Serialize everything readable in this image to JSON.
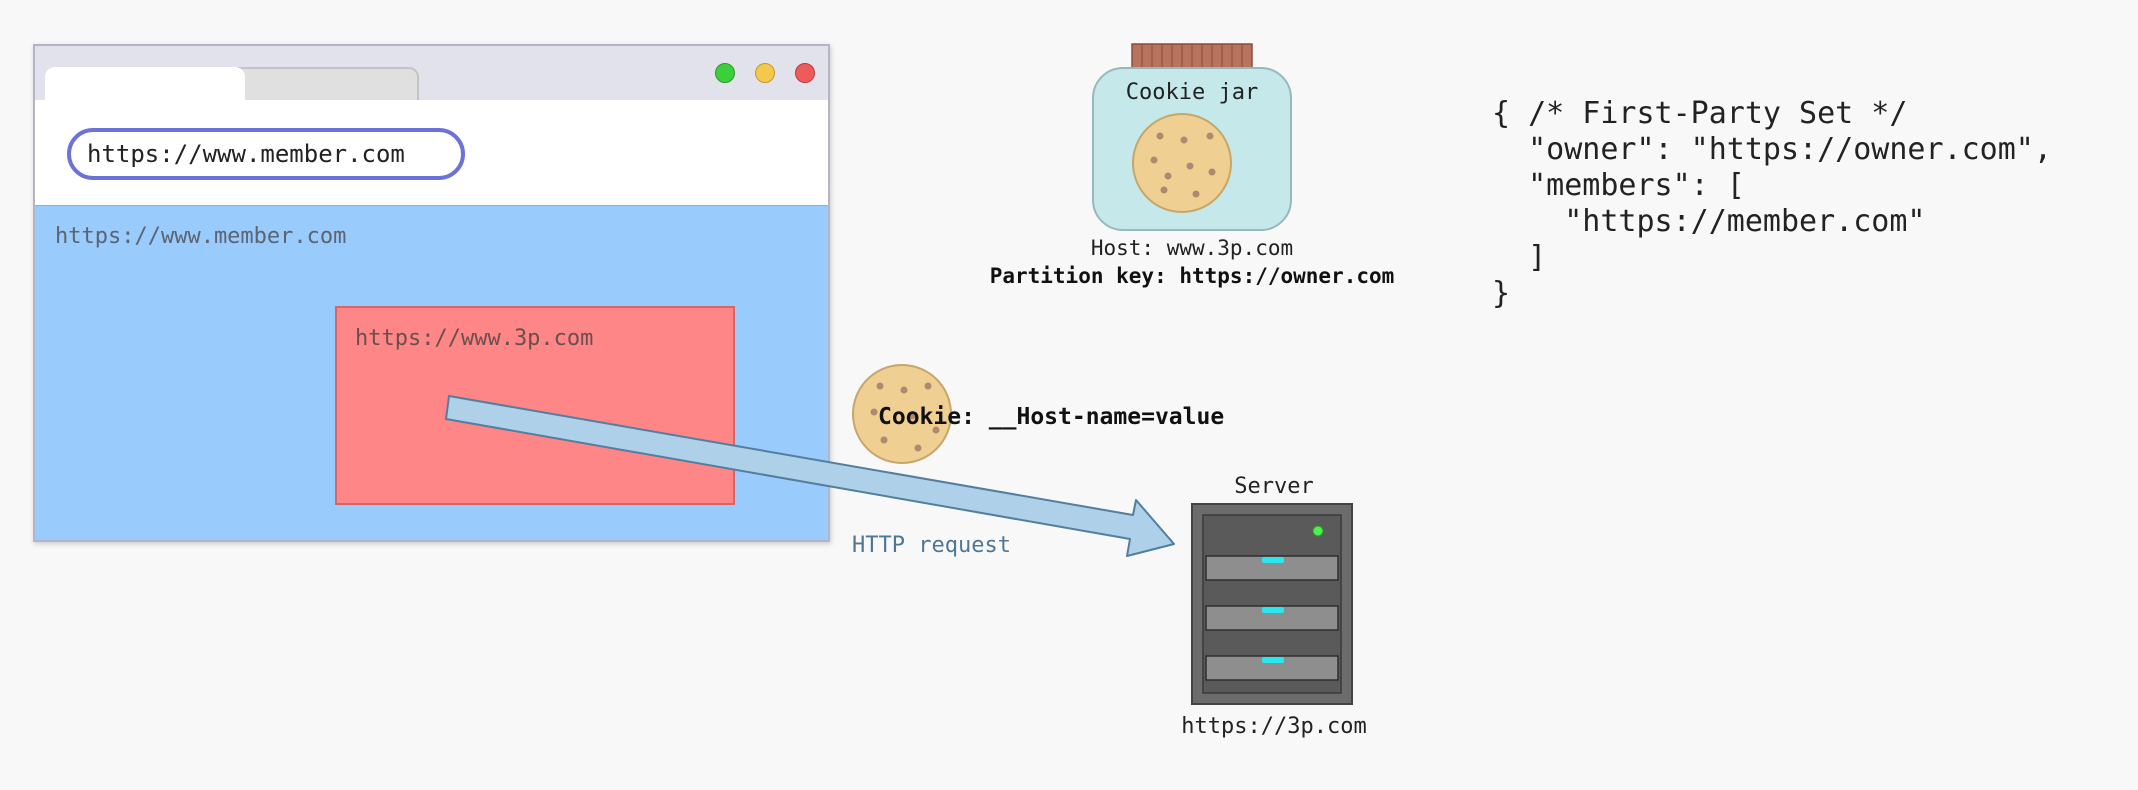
{
  "browser": {
    "url_bar": "https://www.member.com",
    "page_url": "https://www.member.com",
    "iframe_url": "https://www.3p.com",
    "colors": {
      "page": "#99cbfc",
      "iframe": "#ff8686",
      "url_border": "#6d72d8"
    }
  },
  "cookie_jar": {
    "label": "Cookie jar",
    "host": "Host: www.3p.com",
    "partition_key": "Partition key: https://owner.com"
  },
  "request": {
    "cookie_header": "Cookie: __Host-name=value",
    "label": "HTTP request"
  },
  "server": {
    "label": "Server",
    "url": "https://3p.com"
  },
  "first_party_set": {
    "line1": "{ /* First-Party Set */",
    "line2": "  \"owner\": \"https://owner.com\",",
    "line3": "  \"members\": [",
    "line4": "    \"https://member.com\"",
    "line5": "  ]",
    "line6": "}"
  }
}
